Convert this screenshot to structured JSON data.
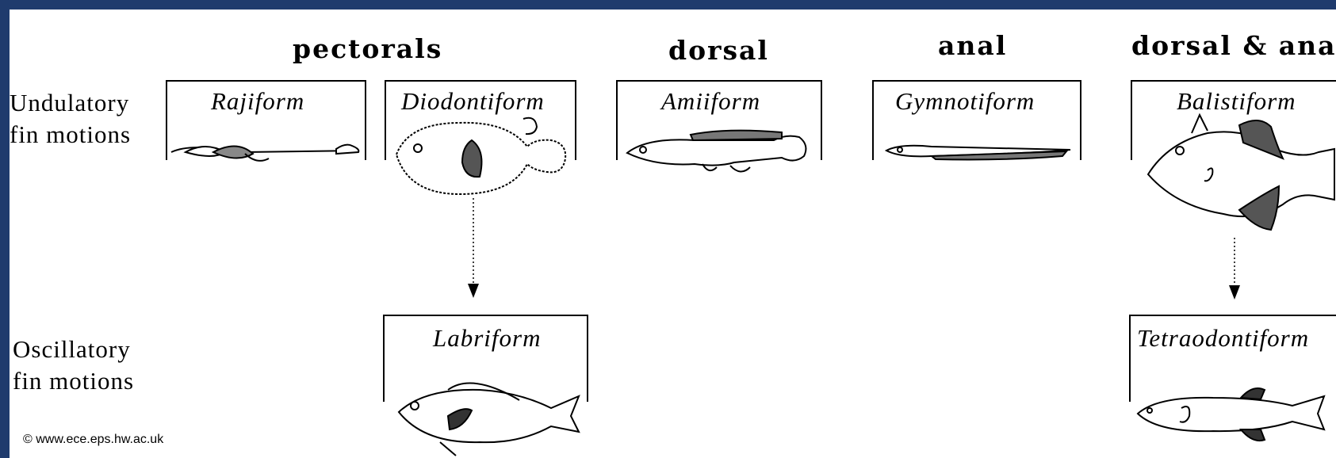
{
  "columns": [
    "pectorals",
    "dorsal",
    "anal",
    "dorsal & anal"
  ],
  "rows": {
    "undulatory": "Undulatory\nfin motions",
    "oscillatory": "Oscillatory\nfin motions"
  },
  "forms": {
    "rajiform": "Rajiform",
    "diodontiform": "Diodontiform",
    "amiiform": "Amiiform",
    "gymnotiform": "Gymnotiform",
    "balistiform": "Balistiform",
    "labriform": "Labriform",
    "tetraodontiform": "Tetraodontiform"
  },
  "credit": "© www.ece.eps.hw.ac.uk",
  "colors": {
    "frame": "#1f3b6d"
  }
}
